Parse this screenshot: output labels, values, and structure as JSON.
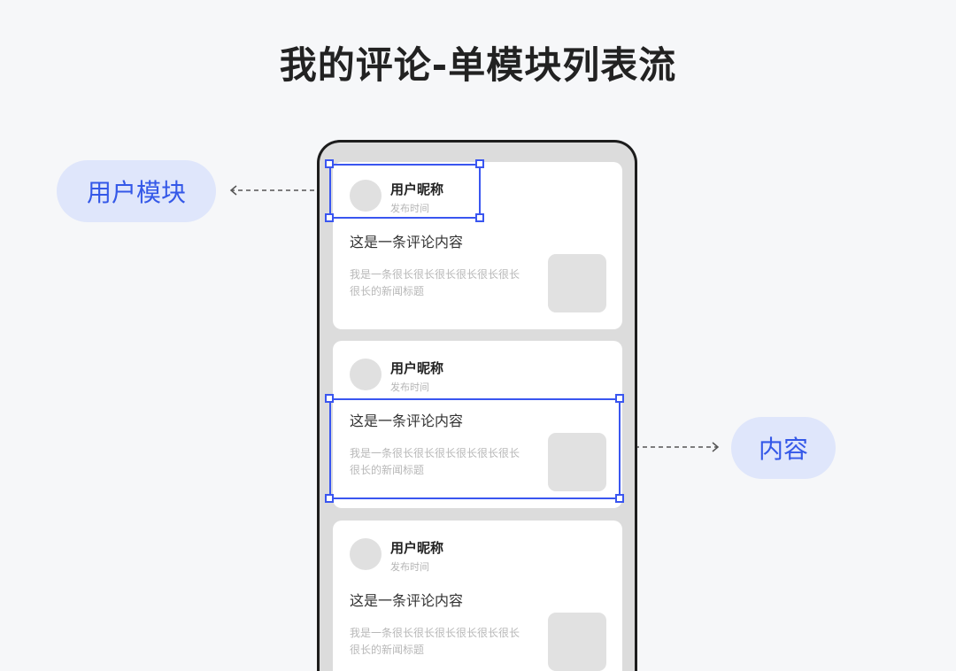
{
  "title": "我的评论-单模块列表流",
  "labels": {
    "user_module": "用户模块",
    "content": "内容"
  },
  "cards": [
    {
      "nickname": "用户昵称",
      "time": "发布时间",
      "comment": "这是一条评论内容",
      "news_title": "我是一条很长很长很长很长很长很长很长的新闻标题"
    },
    {
      "nickname": "用户昵称",
      "time": "发布时间",
      "comment": "这是一条评论内容",
      "news_title": "我是一条很长很长很长很长很长很长很长的新闻标题"
    },
    {
      "nickname": "用户昵称",
      "time": "发布时间",
      "comment": "这是一条评论内容",
      "news_title": "我是一条很长很长很长很长很长很长很长的新闻标题"
    }
  ],
  "colors": {
    "accent": "#3a56f0",
    "pill_background": "#dfe6fb",
    "pill_text": "#3458e8",
    "background": "#f6f7f9"
  }
}
